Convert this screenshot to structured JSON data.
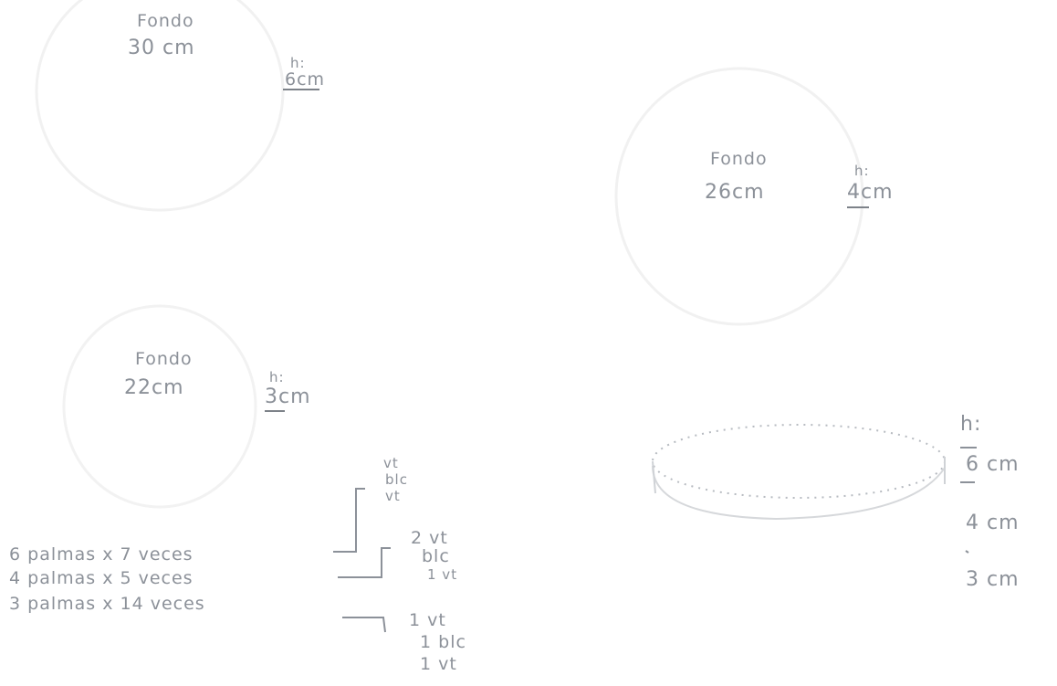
{
  "pans": [
    {
      "label": "Fondo",
      "diameter": "30 cm",
      "h_label": "h:",
      "height": "6cm"
    },
    {
      "label": "Fondo",
      "diameter": "26cm",
      "h_label": "h:",
      "height": "4cm"
    },
    {
      "label": "Fondo",
      "diameter": "22cm",
      "h_label": "h:",
      "height": "3cm"
    }
  ],
  "palmas": [
    {
      "text": "6  palmas  x  7  veces"
    },
    {
      "text": "4  palmas  x 5  veces"
    },
    {
      "text": "3  palmas   x 14 veces"
    }
  ],
  "groups": [
    [
      "vt",
      "blc",
      "vt"
    ],
    [
      "2 vt",
      "blc",
      "1 vt"
    ],
    [
      "1 vt",
      "1 blc",
      "1 vt"
    ]
  ],
  "heights_side": {
    "h_label": "h:",
    "values": [
      "6 cm",
      "4 cm",
      "3 cm"
    ]
  }
}
